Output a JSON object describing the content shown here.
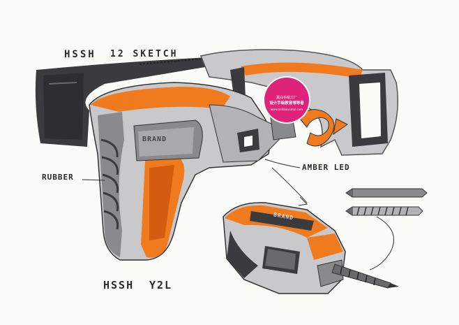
{
  "sketch": {
    "title_left": "HSSH",
    "title_right": "12 SKETCH",
    "label_rubber": "RUBBER",
    "label_amber": "AMBER LED",
    "brand_on_body": "BRAND",
    "brand_on_closeup": "BRAND",
    "signature_left": "HSSH",
    "signature_right": "Y2L"
  },
  "watermark": {
    "line1": "黑白手绘工厂",
    "line2": "设计手绘教育领导者",
    "line3": "www.heibaisouhui.com",
    "color": "#e0237a"
  },
  "colors": {
    "orange": "#f07a1e",
    "orange_dark": "#d35c0e",
    "dark_grey": "#3b3b3d",
    "mid_grey": "#8a8a8c",
    "light_grey": "#c9c9cb"
  }
}
